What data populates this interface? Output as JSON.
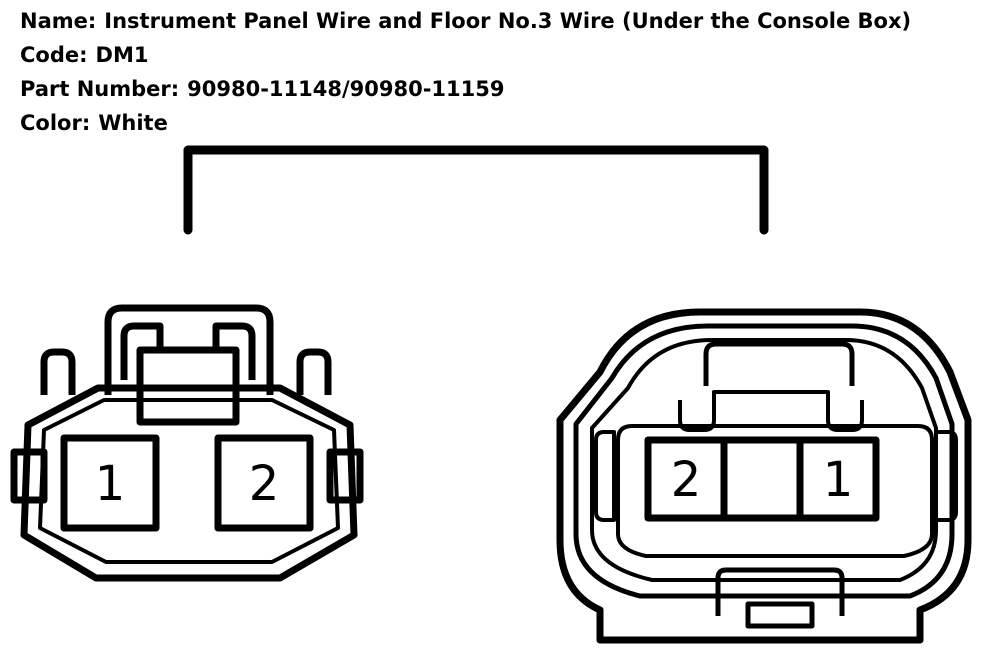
{
  "connector_info": {
    "name_label": "Name:",
    "name_value": "Instrument Panel Wire and Floor No.3 Wire (Under the Console Box)",
    "code_label": "Code:",
    "code_value": "DM1",
    "part_number_label": "Part Number:",
    "part_number_value": "90980-11148/90980-11159",
    "color_label": "Color:",
    "color_value": "White"
  },
  "left_connector": {
    "pins": [
      "1",
      "2"
    ]
  },
  "right_connector": {
    "pins": [
      "2",
      "1"
    ]
  },
  "colors": {
    "line": "#000000",
    "background": "#ffffff"
  }
}
